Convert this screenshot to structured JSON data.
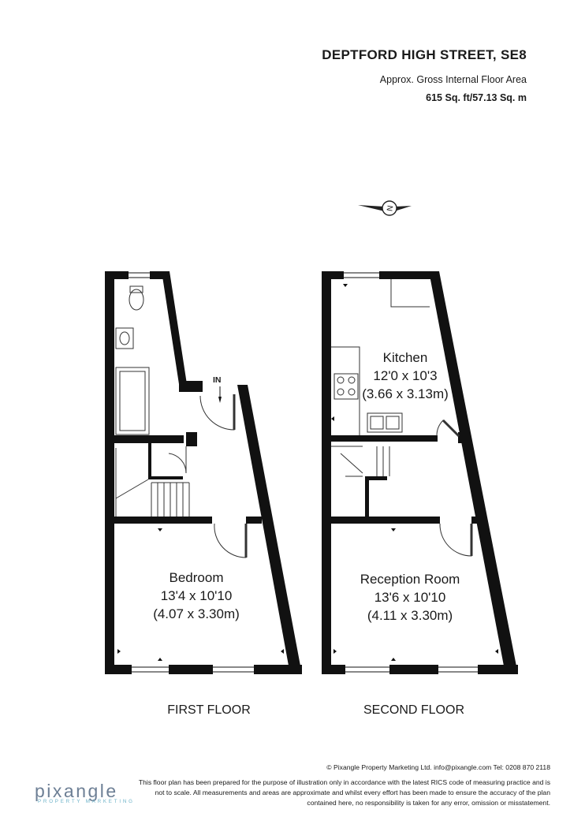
{
  "header": {
    "title": "DEPTFORD HIGH STREET, SE8",
    "subtitle": "Approx. Gross Internal Floor Area",
    "area": "615 Sq. ft/57.13 Sq. m"
  },
  "compass": {
    "letter": "N"
  },
  "first_floor": {
    "label": "FIRST FLOOR",
    "entrance": "IN",
    "rooms": [
      {
        "name": "Bedroom",
        "imperial": "13'4 x 10'10",
        "metric": "(4.07 x 3.30m)"
      }
    ]
  },
  "second_floor": {
    "label": "SECOND FLOOR",
    "rooms": [
      {
        "name": "Kitchen",
        "imperial": "12'0 x 10'3",
        "metric": "(3.66 x 3.13m)"
      },
      {
        "name": "Reception Room",
        "imperial": "13'6 x 10'10",
        "metric": "(4.11 x 3.30m)"
      }
    ]
  },
  "footer": {
    "contact": "© Pixangle Property Marketing Ltd. info@pixangle.com Tel: 0208 870 2118",
    "disclaimer_1": "This floor plan has been prepared for the purpose of illustration only in accordance with the latest RICS code of measuring practice and is",
    "disclaimer_2": "not to scale. All measurements and areas are approximate and whilst every effort has been made to ensure the accuracy of the plan",
    "disclaimer_3": "contained here, no responsibility is taken for any error, omission or misstatement."
  },
  "logo": {
    "name": "pixangle",
    "tagline": "PROPERTY MARKETING"
  },
  "colors": {
    "wall": "#111111",
    "logo": "#6d7f95",
    "logo_accent": "#6db3c9"
  }
}
